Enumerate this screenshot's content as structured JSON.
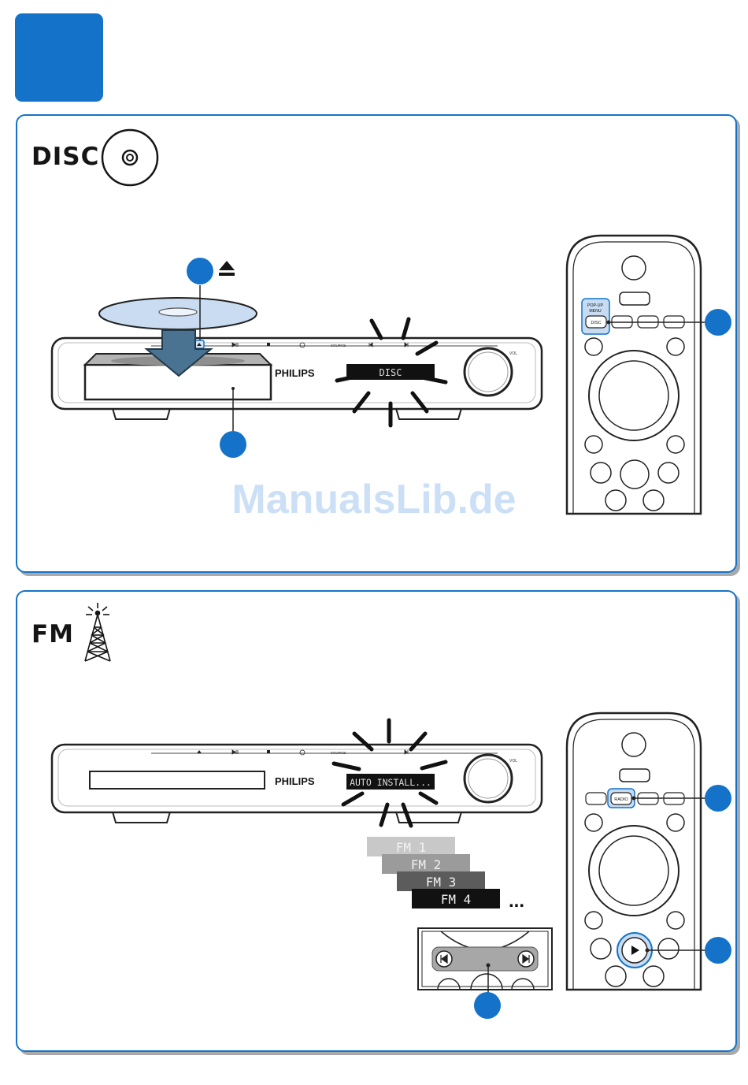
{
  "step_color": "#1473c9",
  "disc_section": {
    "heading": "DISC",
    "heading_icon": "disc-icon",
    "eject_icon": "eject-icon",
    "brand": "PHILIPS",
    "vol_label": "VOL",
    "source_label": "SOURCE",
    "display_text": "DISC",
    "remote_popup_label_1": "POP-UP",
    "remote_popup_label_2": "MENU",
    "remote_disc_label": "DISC"
  },
  "fm_section": {
    "heading": "FM",
    "heading_icon": "antenna-icon",
    "brand": "PHILIPS",
    "vol_label": "VOL",
    "source_label": "SOURCE",
    "display_text": "AUTO INSTALL...",
    "presets": [
      "FM 1",
      "FM 2",
      "FM 3",
      "FM 4"
    ],
    "ellipsis": "...",
    "remote_radio_label": "RADIO",
    "play_icon": "play-icon",
    "prev_icon": "skip-previous-icon",
    "next_icon": "skip-next-icon"
  },
  "watermark": "ManualsLib.de"
}
